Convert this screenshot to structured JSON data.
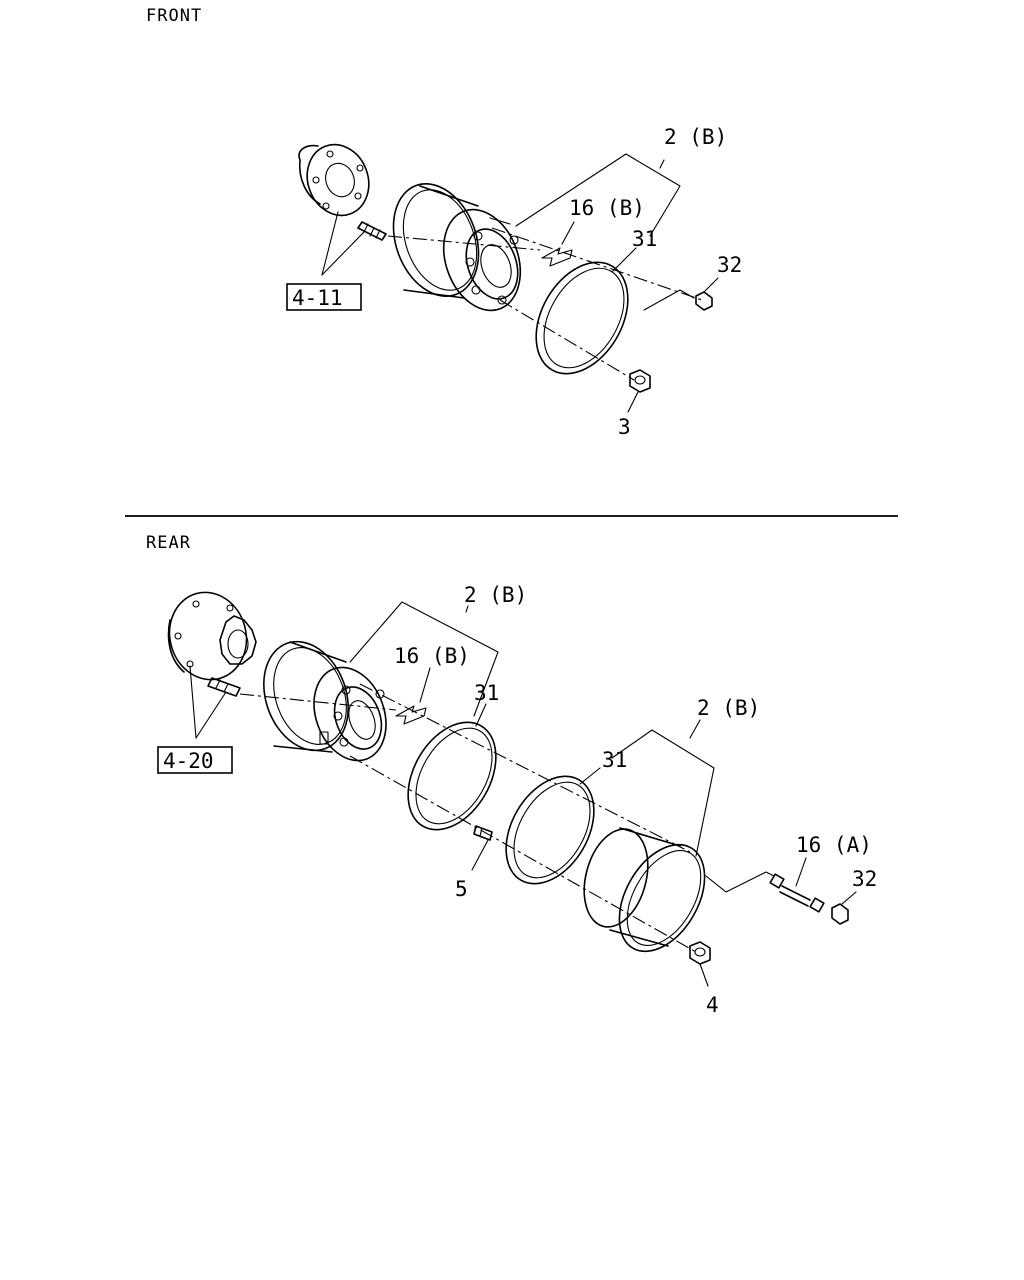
{
  "sections": {
    "front": {
      "title": "FRONT",
      "labels": {
        "rim": "2 (B)",
        "balance_weight": "16 (B)",
        "ring": "31",
        "valve_cap": "32",
        "nut": "3",
        "ref": "4-11"
      }
    },
    "rear": {
      "title": "REAR",
      "labels": {
        "rim_inner": "2 (B)",
        "balance_weight": "16 (B)",
        "ring_inner": "31",
        "ring_outer": "31",
        "rim_outer": "2 (B)",
        "stud": "5",
        "valve": "16 (A)",
        "valve_cap": "32",
        "nut": "4",
        "ref": "4-20"
      }
    }
  }
}
